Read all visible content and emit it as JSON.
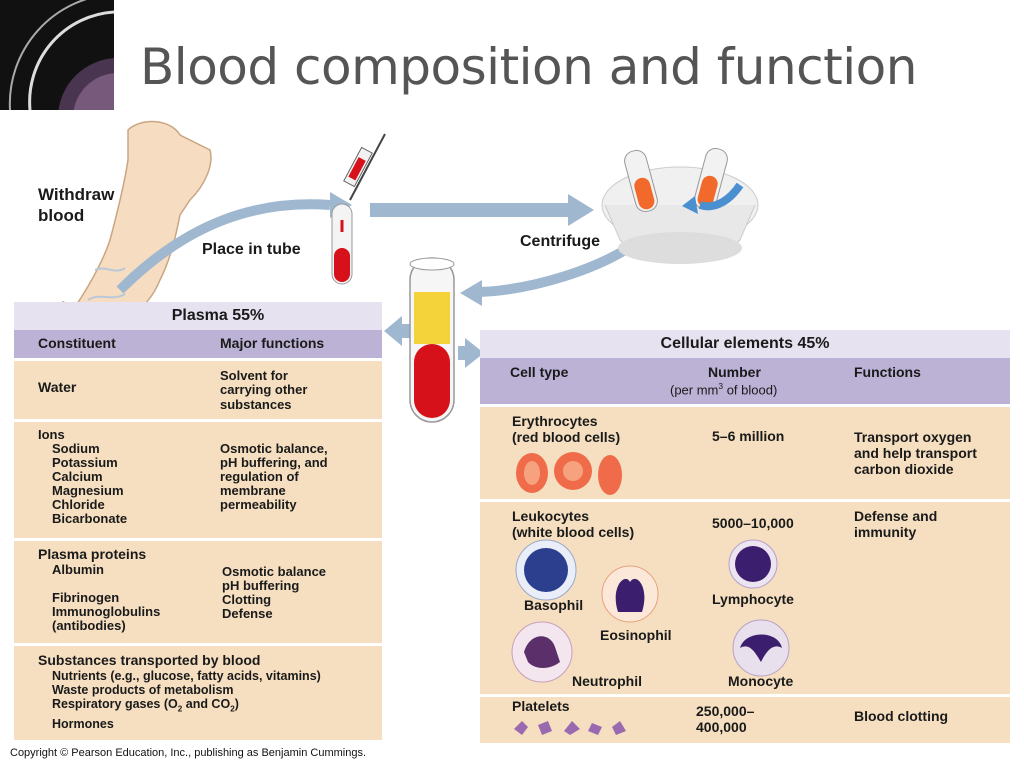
{
  "slide": {
    "title": "Blood composition and function",
    "copyright": "Copyright © Pearson Education, Inc., publishing as Benjamin Cummings."
  },
  "process": {
    "withdraw_line1": "Withdraw",
    "withdraw_line2": "blood",
    "place_in_tube": "Place in tube",
    "centrifuge": "Centrifuge"
  },
  "plasma": {
    "header": "Plasma 55%",
    "col_constituent": "Constituent",
    "col_functions": "Major functions",
    "rows": [
      {
        "constituent": "Water",
        "f1": "Solvent for",
        "f2": "carrying other",
        "f3": "substances"
      },
      {
        "constituent": "Ions",
        "items": [
          "Sodium",
          "Potassium",
          "Calcium",
          "Magnesium",
          "Chloride",
          "Bicarbonate"
        ],
        "f1": "Osmotic balance,",
        "f2": "pH buffering, and",
        "f3": "regulation of",
        "f4": "membrane",
        "f5": "permeability"
      },
      {
        "constituent": "Plasma proteins",
        "items": [
          "Albumin",
          "Fibrinogen",
          "Immunoglobulins",
          "(antibodies)"
        ],
        "f1": "Osmotic balance",
        "f2": "pH buffering",
        "f3": "Clotting",
        "f4": "Defense"
      },
      {
        "constituent": "Substances transported by blood",
        "items": [
          "Nutrients (e.g., glucose, fatty acids, vitamins)",
          "Waste products of metabolism",
          "Respiratory gases (O",
          "2",
          " and CO",
          "2",
          ")",
          "Hormones"
        ]
      }
    ]
  },
  "cellular": {
    "header": "Cellular elements 45%",
    "col_cell_type": "Cell type",
    "col_number": "Number",
    "col_number_sub_a": "(per mm",
    "col_number_sup": "3",
    "col_number_sub_b": " of blood)",
    "col_functions": "Functions",
    "rows": [
      {
        "type1": "Erythrocytes",
        "type2": "(red blood cells)",
        "number": "5–6 million",
        "f1": "Transport oxygen",
        "f2": "and help transport",
        "f3": "carbon dioxide"
      },
      {
        "type1": "Leukocytes",
        "type2": "(white blood cells)",
        "number": "5000–10,000",
        "f1": "Defense and",
        "f2": "immunity",
        "cells": [
          "Basophil",
          "Eosinophil",
          "Neutrophil",
          "Lymphocyte",
          "Monocyte"
        ]
      },
      {
        "type1": "Platelets",
        "number1": "250,000–",
        "number2": "400,000",
        "f1": "Blood clotting"
      }
    ]
  },
  "colors": {
    "table_body": "#f5dfc0",
    "column_header": "#bcb2d6",
    "section_header": "#e6e2f0",
    "arrow": "#9fb8d0",
    "blood": "#d6111a",
    "plasma_yellow": "#f4d33a"
  }
}
